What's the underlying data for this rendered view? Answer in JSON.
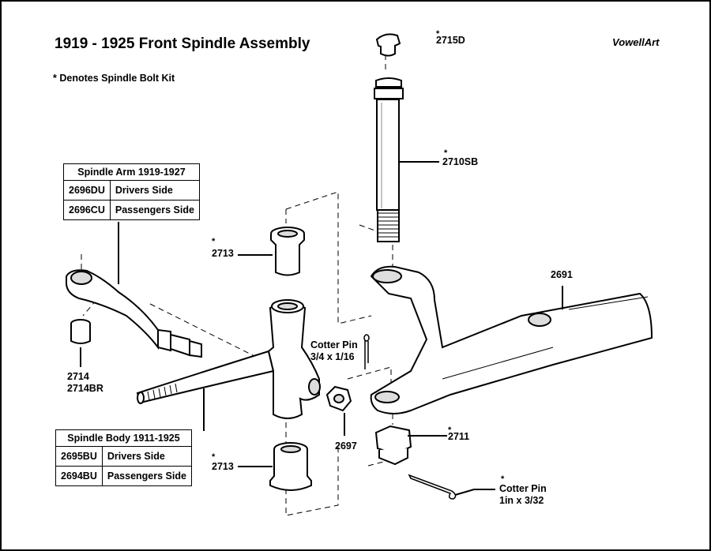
{
  "title": "1919 - 1925 Front Spindle Assembly",
  "subtitle": "* Denotes Spindle Bolt Kit",
  "brand": "VowellArt",
  "star_marker": "*",
  "spindle_arm_table": {
    "header": "Spindle Arm 1919-1927",
    "rows": [
      {
        "part": "2696DU",
        "desc": "Drivers Side"
      },
      {
        "part": "2696CU",
        "desc": "Passengers Side"
      }
    ]
  },
  "spindle_body_table": {
    "header": "Spindle Body 1911-1925",
    "rows": [
      {
        "part": "2695BU",
        "desc": "Drivers Side"
      },
      {
        "part": "2694BU",
        "desc": "Passengers Side"
      }
    ]
  },
  "labels": {
    "p2715d": "2715D",
    "p2710sb": "2710SB",
    "p2713_top": "2713",
    "p2713_bottom": "2713",
    "p2691": "2691",
    "p2714": "2714",
    "p2714br": "2714BR",
    "cotter_small_1": "Cotter Pin",
    "cotter_small_2": "3/4 x 1/16",
    "p2697": "2697",
    "p2711": "2711",
    "cotter_large_1": "Cotter Pin",
    "cotter_large_2": "1in x 3/32"
  },
  "colors": {
    "line": "#000000",
    "shade": "#bfbfbf",
    "light": "#e6e6e6"
  }
}
